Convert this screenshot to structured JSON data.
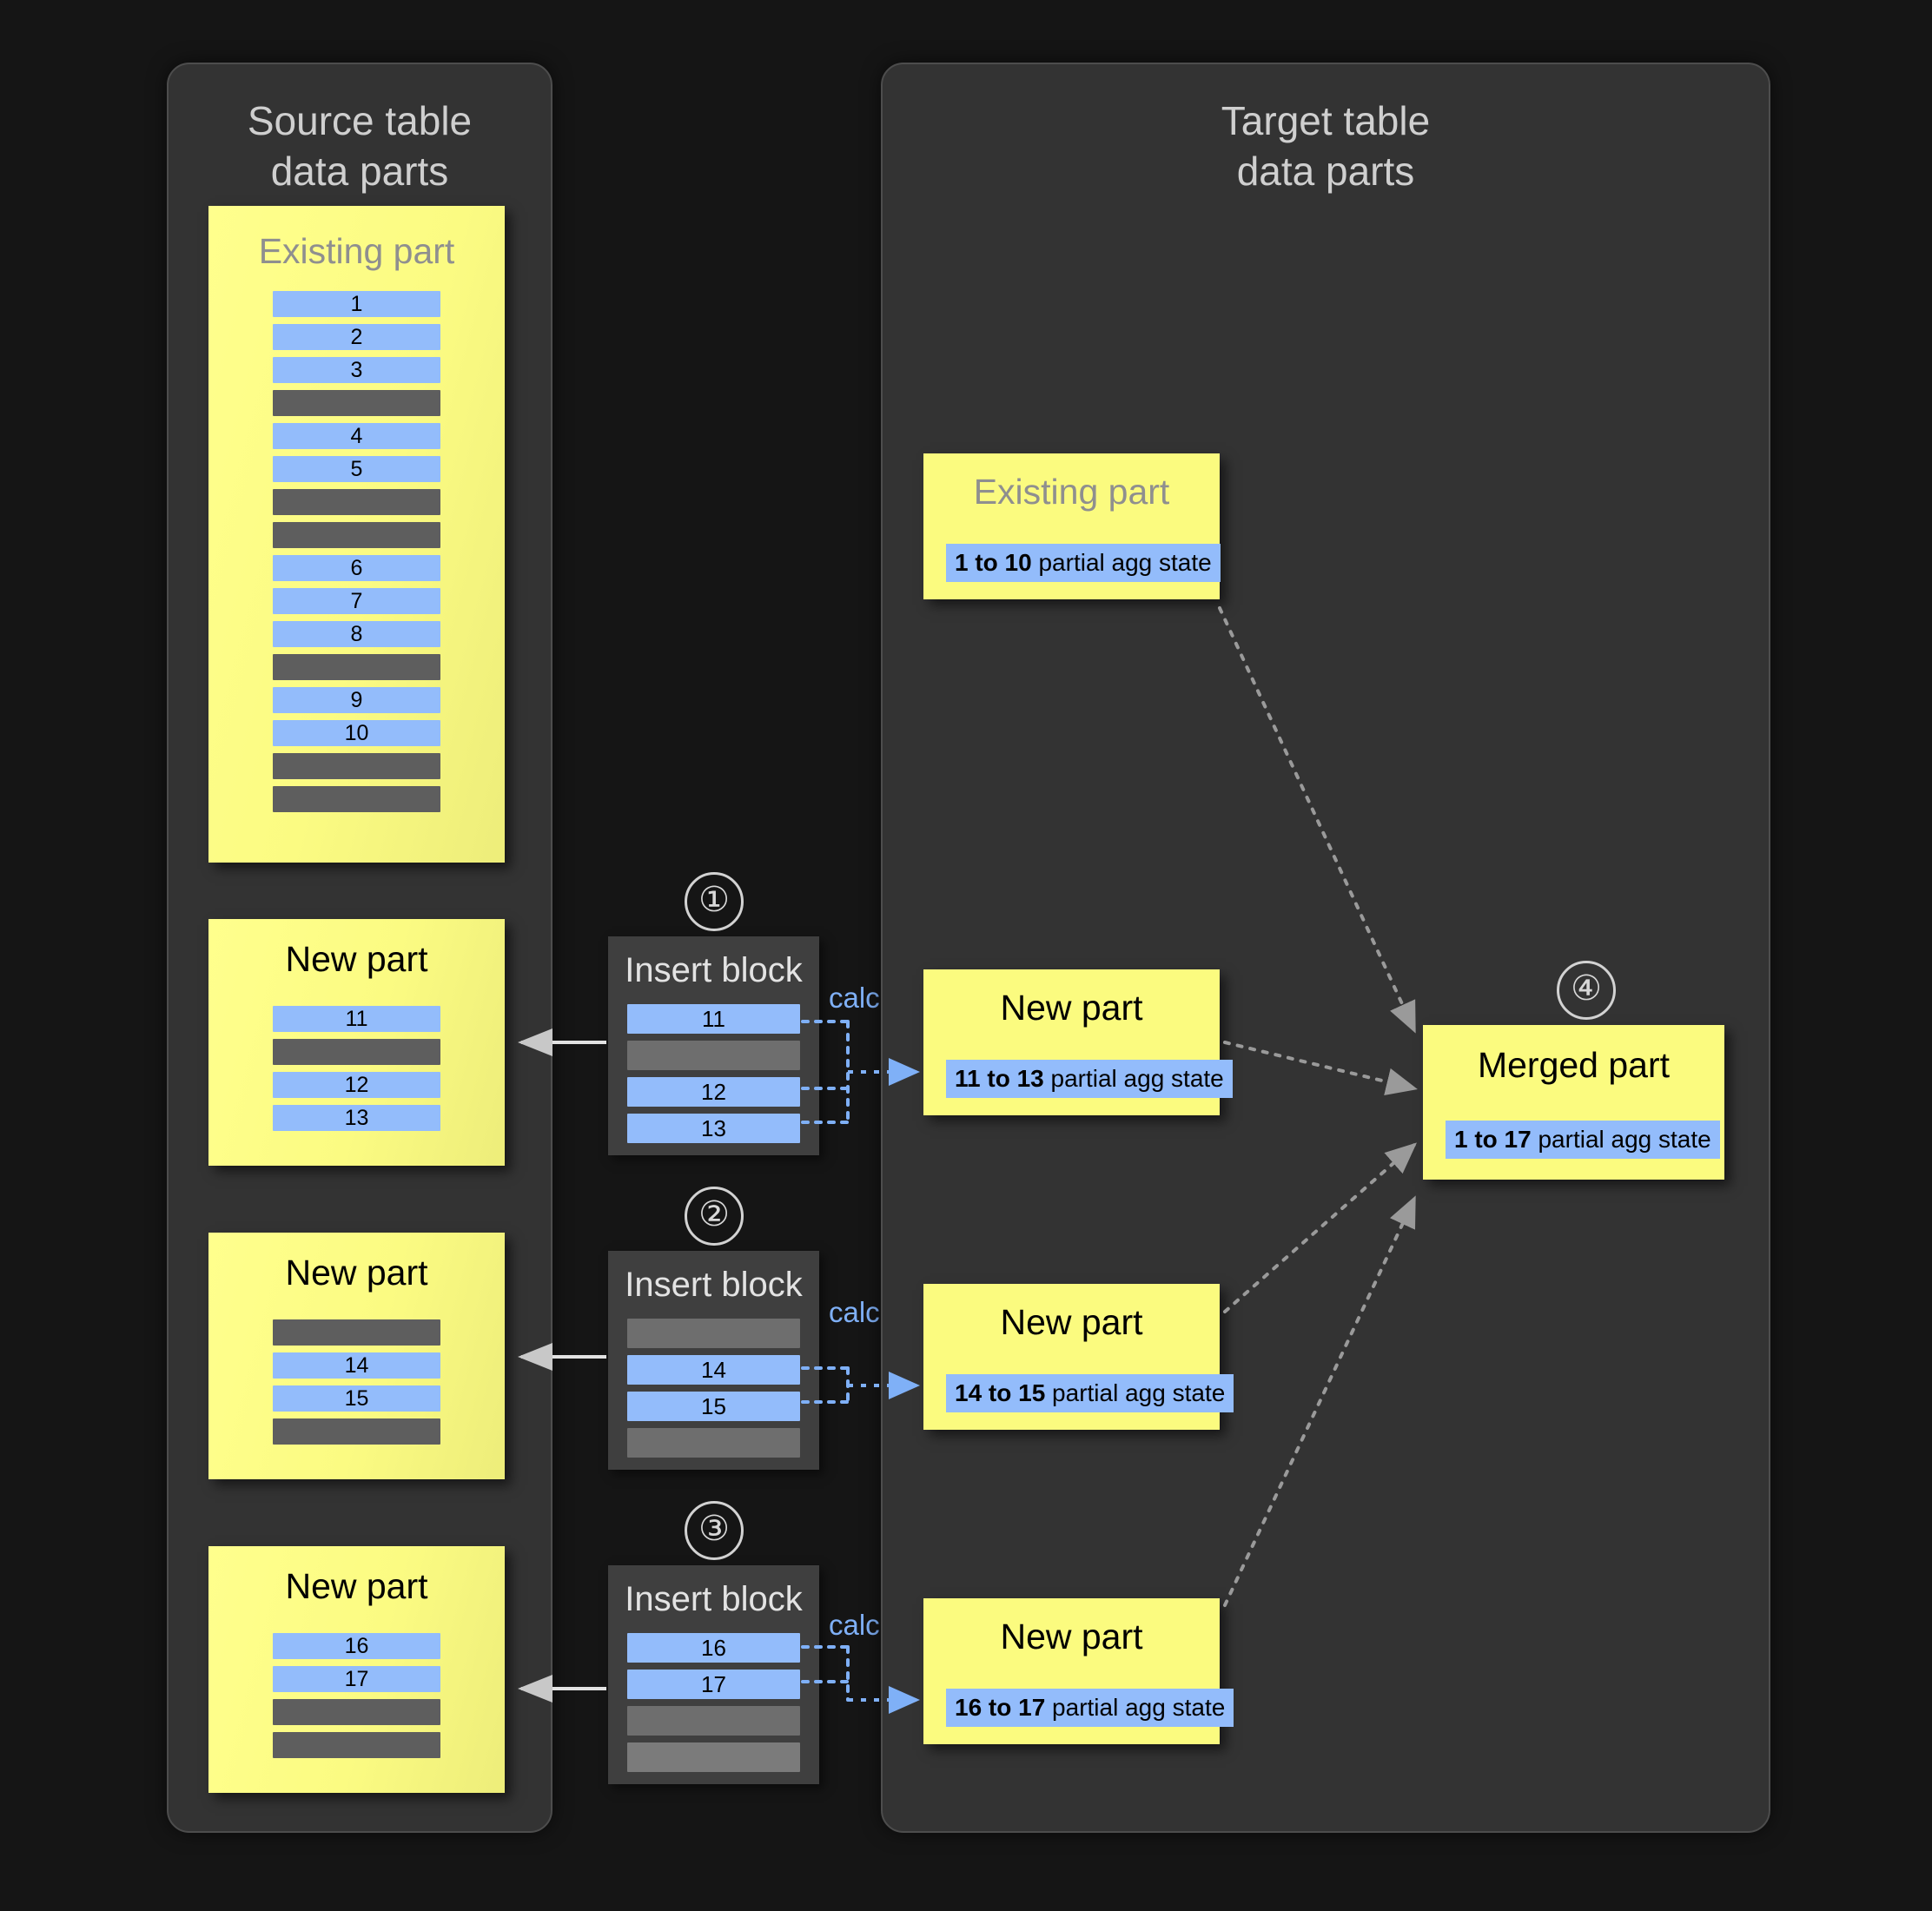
{
  "source_panel": {
    "title": "Source table\ndata parts",
    "existing_part": {
      "head": "Existing part",
      "rows": [
        {
          "kind": "blue",
          "label": "1"
        },
        {
          "kind": "blue",
          "label": "2"
        },
        {
          "kind": "blue",
          "label": "3"
        },
        {
          "kind": "gray",
          "label": ""
        },
        {
          "kind": "blue",
          "label": "4"
        },
        {
          "kind": "blue",
          "label": "5"
        },
        {
          "kind": "gray",
          "label": ""
        },
        {
          "kind": "gray",
          "label": ""
        },
        {
          "kind": "blue",
          "label": "6"
        },
        {
          "kind": "blue",
          "label": "7"
        },
        {
          "kind": "blue",
          "label": "8"
        },
        {
          "kind": "gray",
          "label": ""
        },
        {
          "kind": "blue",
          "label": "9"
        },
        {
          "kind": "blue",
          "label": "10"
        },
        {
          "kind": "gray",
          "label": ""
        },
        {
          "kind": "gray",
          "label": ""
        }
      ]
    },
    "new_parts": [
      {
        "head": "New part",
        "rows": [
          {
            "kind": "blue",
            "label": "11"
          },
          {
            "kind": "gray",
            "label": ""
          },
          {
            "kind": "blue",
            "label": "12"
          },
          {
            "kind": "blue",
            "label": "13"
          }
        ]
      },
      {
        "head": "New part",
        "rows": [
          {
            "kind": "gray",
            "label": ""
          },
          {
            "kind": "blue",
            "label": "14"
          },
          {
            "kind": "blue",
            "label": "15"
          },
          {
            "kind": "gray",
            "label": ""
          }
        ]
      },
      {
        "head": "New part",
        "rows": [
          {
            "kind": "blue",
            "label": "16"
          },
          {
            "kind": "blue",
            "label": "17"
          },
          {
            "kind": "gray",
            "label": ""
          },
          {
            "kind": "gray",
            "label": ""
          }
        ]
      }
    ]
  },
  "insert_blocks": [
    {
      "step": "①",
      "head": "Insert block",
      "calc_label": "calc",
      "rows": [
        {
          "kind": "blue",
          "label": "11"
        },
        {
          "kind": "gray2",
          "label": ""
        },
        {
          "kind": "blue",
          "label": "12"
        },
        {
          "kind": "blue",
          "label": "13"
        }
      ]
    },
    {
      "step": "②",
      "head": "Insert block",
      "calc_label": "calc",
      "rows": [
        {
          "kind": "gray2",
          "label": ""
        },
        {
          "kind": "blue",
          "label": "14"
        },
        {
          "kind": "blue",
          "label": "15"
        },
        {
          "kind": "gray2",
          "label": ""
        }
      ]
    },
    {
      "step": "③",
      "head": "Insert block",
      "calc_label": "calc",
      "rows": [
        {
          "kind": "blue",
          "label": "16"
        },
        {
          "kind": "blue",
          "label": "17"
        },
        {
          "kind": "gray2",
          "label": ""
        },
        {
          "kind": "gray3",
          "label": ""
        }
      ]
    }
  ],
  "target_panel": {
    "title": "Target table\ndata parts",
    "existing_part": {
      "head": "Existing part",
      "agg_range": "1 to 10",
      "agg_suffix": " partial agg state"
    },
    "new_parts": [
      {
        "head": "New part",
        "agg_range": "11 to 13",
        "agg_suffix": " partial agg state"
      },
      {
        "head": "New part",
        "agg_range": "14 to 15",
        "agg_suffix": " partial agg state"
      },
      {
        "head": "New part",
        "agg_range": "16 to 17",
        "agg_suffix": " partial agg state"
      }
    ],
    "merged_part": {
      "step": "④",
      "head": "Merged part",
      "agg_range": "1 to 17",
      "agg_suffix": " partial agg state"
    }
  },
  "colors": {
    "panel_bg": "#333333",
    "page_bg": "#151515",
    "part_yellow": "#fbfb7f",
    "row_blue": "#93bcfb",
    "row_gray": "#5e5e5e",
    "calc_blue": "#7fb0f7",
    "arrow_gray": "#9a9a9a"
  }
}
